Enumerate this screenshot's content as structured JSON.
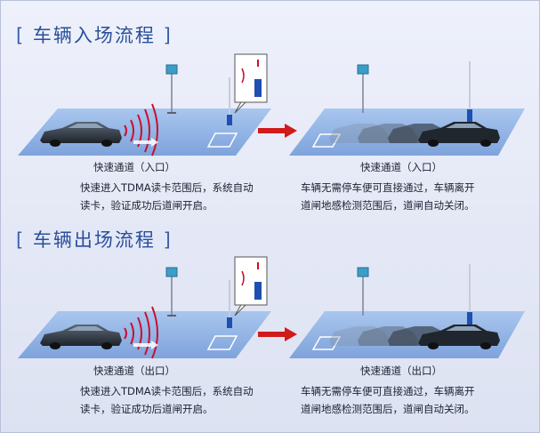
{
  "sections": [
    {
      "title": "车辆入场流程",
      "bracket_open": "[",
      "bracket_close": "]",
      "left_caption": "快速通道（入口）",
      "left_desc": [
        "快速进入TDMA读卡范围后，系统自动",
        "读卡，验证成功后道闸开启。"
      ],
      "right_caption": "快速通道（入口）",
      "right_desc": [
        "车辆无需停车便可直接通过，车辆离开",
        "道闸地感检测范围后，道闸自动关闭。"
      ]
    },
    {
      "title": "车辆出场流程",
      "bracket_open": "[",
      "bracket_close": "]",
      "left_caption": "快速通道（出口）",
      "left_desc": [
        "快速进入TDMA读卡范围后，系统自动",
        "读卡，验证成功后道闸开启。"
      ],
      "right_caption": "快速通道（出口）",
      "right_desc": [
        "车辆无需停车便可直接通过，车辆离开",
        "道闸地感检测范围后，道闸自动关闭。"
      ]
    }
  ],
  "colors": {
    "title": "#2a4f9a",
    "platform": "#8fb2e6",
    "car": "#2b3440",
    "signal": "#c8102e",
    "arrow": "#d11a1a",
    "barrier": "#1f4fb0"
  },
  "icons": [
    "tdma-reader-icon",
    "signal-waves-icon",
    "barrier-gate-icon",
    "car-icon",
    "flow-arrow-icon",
    "loop-detector-icon",
    "zoom-callout-icon"
  ]
}
